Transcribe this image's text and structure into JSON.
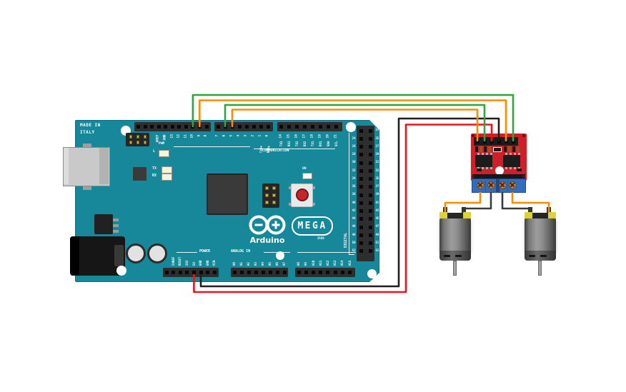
{
  "colors": {
    "board": "#17879a",
    "silk": "#ffffff",
    "wire_green": "#2fa63a",
    "wire_orange": "#fb8c00",
    "wire_red": "#e8151c",
    "wire_black": "#1f1f1f",
    "wire_dark": "#3a3a3a",
    "driver_board": "#cf2027",
    "terminal_block": "#2f6fc1",
    "motor_cap": "#ded23a",
    "icsp_pin": "#c8b64a"
  },
  "arduino": {
    "made_in_line1": "MADE IN",
    "made_in_line2": "ITALY",
    "brand": "Arduino",
    "model": "MEGA",
    "model_number": "2560",
    "labels": {
      "pwm": "PWM",
      "communication": "COMMUNICATION",
      "digital": "DIGITAL",
      "power": "POWER",
      "analog_in": "ANALOG IN",
      "l_led": "L",
      "tx_led": "TX",
      "rx_led": "RX",
      "on_led": "ON",
      "gnd": "GND",
      "tx0": "TX0▼",
      "rx0": "RX0▲"
    },
    "pins": {
      "top_a": [
        "",
        "",
        "",
        "AREF",
        "GND",
        "13",
        "12",
        "11",
        "10",
        "9",
        "8"
      ],
      "top_b": [
        "7",
        "6",
        "5",
        "4",
        "3",
        "2",
        "1",
        "0"
      ],
      "comm_numbers": [
        "14",
        "15",
        "16",
        "17",
        "18",
        "19",
        "20",
        "21"
      ],
      "comm_names": [
        "TX3",
        "RX3",
        "TX2",
        "RX2",
        "TX1",
        "RX1",
        "SDA",
        "SCL"
      ],
      "digital_even": [
        "22",
        "24",
        "26",
        "28",
        "30",
        "32",
        "34",
        "36",
        "38",
        "40",
        "42",
        "44",
        "46",
        "48",
        "50",
        "52"
      ],
      "digital_odd": [
        "23",
        "25",
        "27",
        "29",
        "31",
        "33",
        "35",
        "37",
        "39",
        "41",
        "43",
        "45",
        "47",
        "49",
        "51",
        "53"
      ],
      "power": [
        "",
        "IOREF",
        "RESET",
        "3V3",
        "5V",
        "GND",
        "GND",
        "VIN"
      ],
      "analog_a": [
        "A0",
        "A1",
        "A2",
        "A3",
        "A4",
        "A5",
        "A6",
        "A7"
      ],
      "analog_b": [
        "A8",
        "A9",
        "A10",
        "A11",
        "A12",
        "A13",
        "A14",
        "A15"
      ]
    }
  },
  "driver": {
    "header_pin_count": 6,
    "terminal_count": 4
  },
  "motors": {
    "count": 2
  },
  "connections": [
    {
      "wire_color": "green",
      "from": "Arduino digital pin 10",
      "to": "motor driver header pin 6"
    },
    {
      "wire_color": "orange",
      "from": "Arduino digital pin 9",
      "to": "motor driver header pin 5"
    },
    {
      "wire_color": "green",
      "from": "Arduino digital pin 6",
      "to": "motor driver header pin 2"
    },
    {
      "wire_color": "orange",
      "from": "Arduino digital pin 5",
      "to": "motor driver header pin 1"
    },
    {
      "wire_color": "red",
      "from": "Arduino 5V pin",
      "to": "motor driver header pin 3"
    },
    {
      "wire_color": "black",
      "from": "Arduino GND pin",
      "to": "motor driver header pin 4"
    },
    {
      "wire_color": "orange",
      "from": "driver screw terminal 1",
      "to": "left motor terminal 1"
    },
    {
      "wire_color": "black",
      "from": "driver screw terminal 2",
      "to": "left motor terminal 2"
    },
    {
      "wire_color": "black",
      "from": "driver screw terminal 3",
      "to": "right motor terminal 1"
    },
    {
      "wire_color": "orange",
      "from": "driver screw terminal 4",
      "to": "right motor terminal 2"
    }
  ]
}
